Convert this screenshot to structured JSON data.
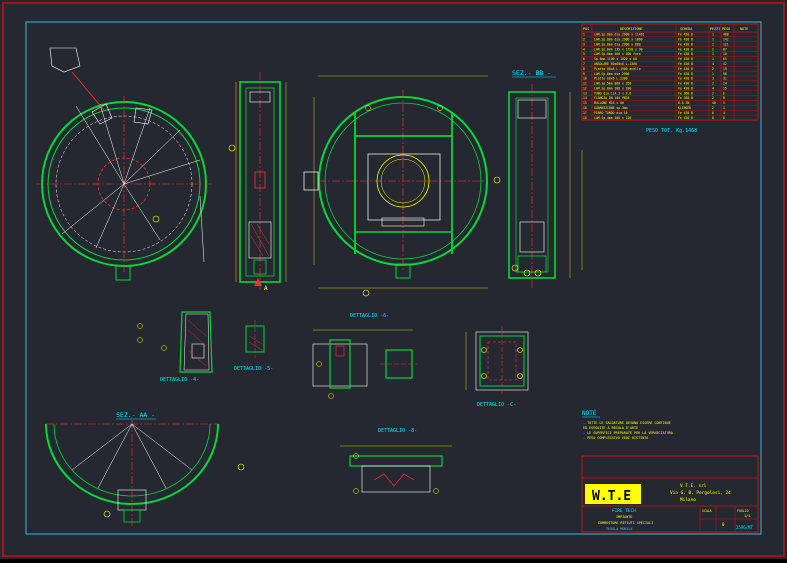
{
  "colors": {
    "background": "#252830",
    "outer_border": "#cc1010",
    "frame": "#26c2d8",
    "outline": "#00d838",
    "dimension": "#ffff00",
    "centerline": "#ff3030",
    "text_accent": "#00e5ff",
    "logo_bg": "#ffff00"
  },
  "views": {
    "section_bb": "SEZ.- BB -",
    "section_aa": "SEZ.- AA -",
    "detail_4": "DETTAGLIO -4-",
    "detail_5": "DETTAGLIO -5-",
    "detail_6": "DETTAGLIO -6-",
    "detail_c": "DETTAGLIO -C-",
    "detail_8": "DETTAGLIO -8-",
    "section_marker": "A",
    "weight_note": "PESO TOT. Kg.1468"
  },
  "bom_headers": [
    "POS",
    "DESCRIZIONE",
    "SCHEDA",
    "PEZZI",
    "PESO",
    "NOTE"
  ],
  "bom_rows": [
    [
      "1",
      "LAM.Sp.8mm dia.2900 x 11401",
      "Fe 430 B",
      "1",
      "488"
    ],
    [
      "2",
      "LAM.Sp.8mm dia.2900 x 1060",
      "Fe 430 B",
      "1",
      "142"
    ],
    [
      "3",
      "LAM.Sp.6mm dia.2900 x 880",
      "Fe 430 B",
      "2",
      "121"
    ],
    [
      "4",
      "LAM.Sp.6mm 135 x 1720 x 90",
      "Fe 430 B",
      "2",
      "87"
    ],
    [
      "5",
      "LAM.Sp.8mm 400 x 400 foro",
      "Fe 430 B",
      "1",
      "10"
    ],
    [
      "6",
      "Sp.8mm 1100 x 1020 x 60",
      "Fe 430 B",
      "1",
      "65"
    ],
    [
      "7",
      "ANGOLARE 60x60x6 L.1300",
      "Fe 430 B",
      "4",
      "42"
    ],
    [
      "8",
      "Piatto 80x8 L.1900 anello",
      "Fe 430 B",
      "2",
      "19"
    ],
    [
      "9",
      "LAM.Sp.6mm dia.2900",
      "Fe 430 B",
      "1",
      "96"
    ],
    [
      "10",
      "Piatto 60x6 L.2200",
      "Fe 430 B",
      "3",
      "31"
    ],
    [
      "11",
      "LAM.Sp.5mm 860 x 350",
      "Fe 430 B",
      "2",
      "24"
    ],
    [
      "12",
      "LAM.Sp.8mm 300 x 200",
      "Fe 430 B",
      "4",
      "15"
    ],
    [
      "13",
      "TUBO dia.114.3 x 3.6",
      "Fe 360 B",
      "2",
      "6"
    ],
    [
      "14",
      "FLANGIA DN 100 PN16",
      "Fe 360 B",
      "2",
      "8"
    ],
    [
      "15",
      "BULLONE M16 x 60",
      "8.8 ZN",
      "48",
      "5"
    ],
    [
      "16",
      "GUARNIZIONE sp.3mm",
      "KLINGER",
      "2",
      "1"
    ],
    [
      "17",
      "FERRO TONDO dia.16",
      "Fe 430 B",
      "6",
      "4"
    ],
    [
      "18",
      "LAM.Sp.4mm 200 x 120",
      "Fe 430 B",
      "8",
      "6"
    ]
  ],
  "notes": {
    "title": "NOTE",
    "lines": [
      "- TUTTE LE SALDATURE DEVONO ESSERE CONTINUE",
      "  ED ESEGUITE A REGOLA D'ARTE",
      "- LE SUPERFICI PREPARATE PER LA VERNICIATURA",
      "- PESO COMPLESSIVO VEDI DISTINTA"
    ]
  },
  "title_block": {
    "logo": "W.T.E",
    "company_name": "V.T.E. srl",
    "company_address": "Via G. B. Pergolesi, 24",
    "company_city": "Milano",
    "drawing_title": "FIRE TECH",
    "drawing_subtitle_1": "IMPIANTO",
    "drawing_subtitle_2": "COMBUSTORE RIFIUTI SPECIALI",
    "drawing_subtitle_3": "TEGOLA MOBILE",
    "scale_label": "SCALA",
    "sheet_label": "FOGLIO",
    "sheet_value": "1/1",
    "revision": "0",
    "drawing_number": "2596/MT"
  }
}
